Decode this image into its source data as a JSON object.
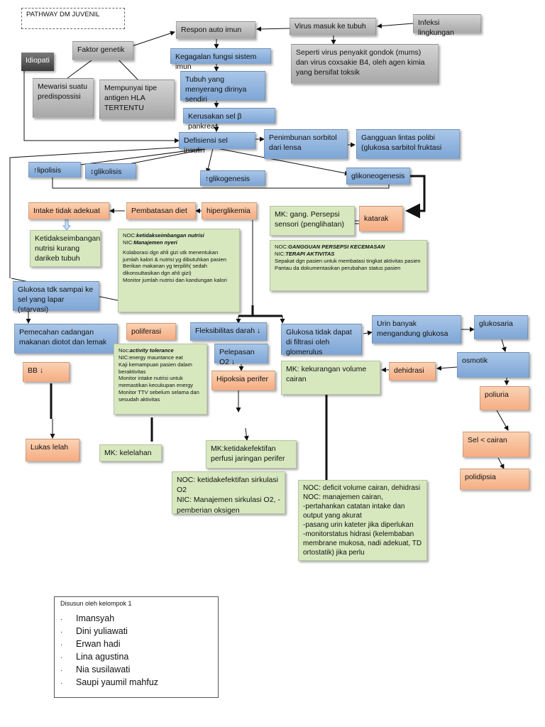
{
  "title": "PATHWAY DM JUVENIL",
  "nodes": {
    "infeksi": "Infeksi lingkungan",
    "virus": "Virus masuk ke tubuh",
    "virus_note": "Seperti virus penyakit gondok (mums) dan virus coxsakie B4, oleh agen kimia  yang bersifat toksik",
    "respon": "Respon auto imun",
    "faktor": "Faktor genetik",
    "idiopati": "Idiopati",
    "mewarisi": "Mewarisi suatu predispossisi",
    "mempunyai": "Mempunyai tipe antigen HLA TERTENTU",
    "kegagalan": "Kegagalan fungsi sistem imun",
    "tubuh": "Tubuh yang menyerang dirinya sendiri",
    "kerusakan": "Kerusakan sel β pankreas",
    "defisiensi": "Defisiensi sel insulin",
    "penimbunan": "Penimbunan sorbitol dari lensa",
    "gangguan": "Gangguan lintas polibi (glukosa sarbitol fruktasi",
    "lipolisis": "lipolisis",
    "glikolisis": "glikolisis",
    "glikogenesis": "glikogenesis",
    "glikoneogenesis": "glikoneogenesis",
    "intake": "Intake tidak adekuat",
    "pembatasan": "Pembatasan diet",
    "hiperglikemia": "hiperglikemia",
    "katarak": "katarak",
    "mk_persepsi": "MK: gang. Persepsi sensori (penglihatan)",
    "ketidakseimbangan": "Ketidakseimbangan nutrisi kurang darikeb tubuh",
    "noc_persepsi_title": "NOC:",
    "noc_persepsi_title_b": "GANGGUAN PERSEPSI KECEMASAN",
    "nic_persepsi_title": "NIC:",
    "nic_persepsi_title_b": "TERAPI AKTIVITAS",
    "noc_persepsi_lines": [
      "Sepakat dgn pasien untuk membatasi tingkat aktivitas pasien",
      "Pantau da dokumentasikan perubahan status pasien"
    ],
    "noc_nutrisi_title": "NOC:",
    "noc_nutrisi_title_b": "ketidakseimbangan nutrisi",
    "nic_nutrisi_title": "NIC:",
    "nic_nutrisi_title_b": "Manajemen nyeri",
    "noc_nutrisi_lines": [
      "Kolaborasi dgn ahli gizi utk menentukan jumlah kalori & nutrisi yg dibutuhkan pasien",
      "Berikan makanan yg terpilih( sedah dikonsultasikan dgn ahli gizi)",
      "Monitor jumlah nutrisi dan kandungan kalori"
    ],
    "glukosa_tdk": "Glukosa tdk sampai ke sel yang lapar (starvasi)",
    "pemecahan": "Pemecahan cadangan makanan diotot dan lemak",
    "poliferasi": "poliferasi",
    "fleksibilitas": "Fleksibilitas darah",
    "pelepasan": "Pelepasan O2",
    "hipoksia": "Hipoksia  perifer",
    "glukosa_filtrasi": "Glukosa tidak dapat di filtrasi oleh glomerulus",
    "urin": "Urin banyak mengandung glukosa",
    "glukosaria": "glukosaria",
    "osmotik": "osmotik",
    "dehidrasi": "dehidrasi",
    "mk_volume": "MK: kekurangan volume cairan",
    "poliuria": "poliuria",
    "sel_cairan": "Sel < cairan",
    "polidipsia": "polidipsia",
    "bb": "BB",
    "lukas": "Lukas lelah",
    "noc_activity_title": "Noc:",
    "noc_activity_title_b": "activity tolerance",
    "noc_activity_lines": [
      "NIC:energy mauntance eat",
      "Kaji kemampuan pasien dalam beraktivitas",
      "Monitor intake nutrisi untuk memastikan kecukupan energy",
      "Monitor TTV sebelum selama dan sesudah aktivitas"
    ],
    "mk_kelelahan": "MK: kelelahan",
    "mk_perfusi": "MK:ketidakefektifan perfusi jaringan perifer",
    "noc_sirkulasi_lines": [
      "NOC: ketidakefektifan sirkulasi O2",
      "NIC: Manajemen sirkulasi O2, -pemberian oksigen"
    ],
    "noc_cairan_lines": [
      "NOC: deficit volume cairan, dehidrasi",
      "NOC: manajemen cairan,",
      "-pertahankan catatan intake dan output yang akurat",
      "-pasang urin kateter jika diperlukan",
      "-monitorstatus hidrasi (kelembaban membrane mukosa, nadi adekuat, TD ortostatik) jika perlu"
    ]
  },
  "authors": {
    "heading": "Disusun oleh kelompok 1",
    "bullet": "·",
    "members": [
      "Imansyah",
      "Dini yuliawati",
      "Erwan hadi",
      "Lina agustina",
      "Nia susilawati",
      "Saupi yaumil mahfuz"
    ]
  },
  "arrow_glyphs": {
    "up": "↑",
    "down": "↓",
    "up_down": "↕"
  },
  "colors": {
    "blue": "#7ea6d6",
    "grey": "#a8a8a8",
    "peach": "#f5ad83",
    "green": "#d7e8bf"
  }
}
